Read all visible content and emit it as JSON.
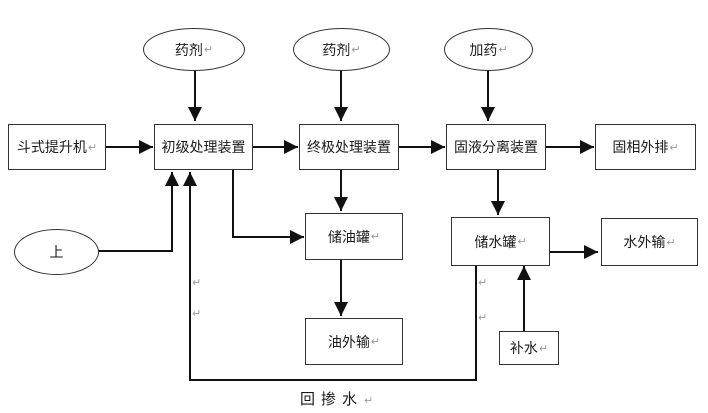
{
  "mark": "↵",
  "nodes": {
    "bucket_lifter": "斗式提升机",
    "primary_treatment": "初级处理装置",
    "final_treatment": "终极处理装置",
    "solid_liquid_separation": "固液分离装置",
    "solids_discharge": "固相外排",
    "oil_tank": "储油罐",
    "oil_export": "油外输",
    "water_tank": "储水罐",
    "water_export": "水外输",
    "makeup_water": "补水"
  },
  "ovals": {
    "reagent_1": "药剂",
    "reagent_2": "药剂",
    "add_reagent": "加药",
    "upstream": "上"
  },
  "labels": {
    "return_mixing_water": "回掺水"
  }
}
